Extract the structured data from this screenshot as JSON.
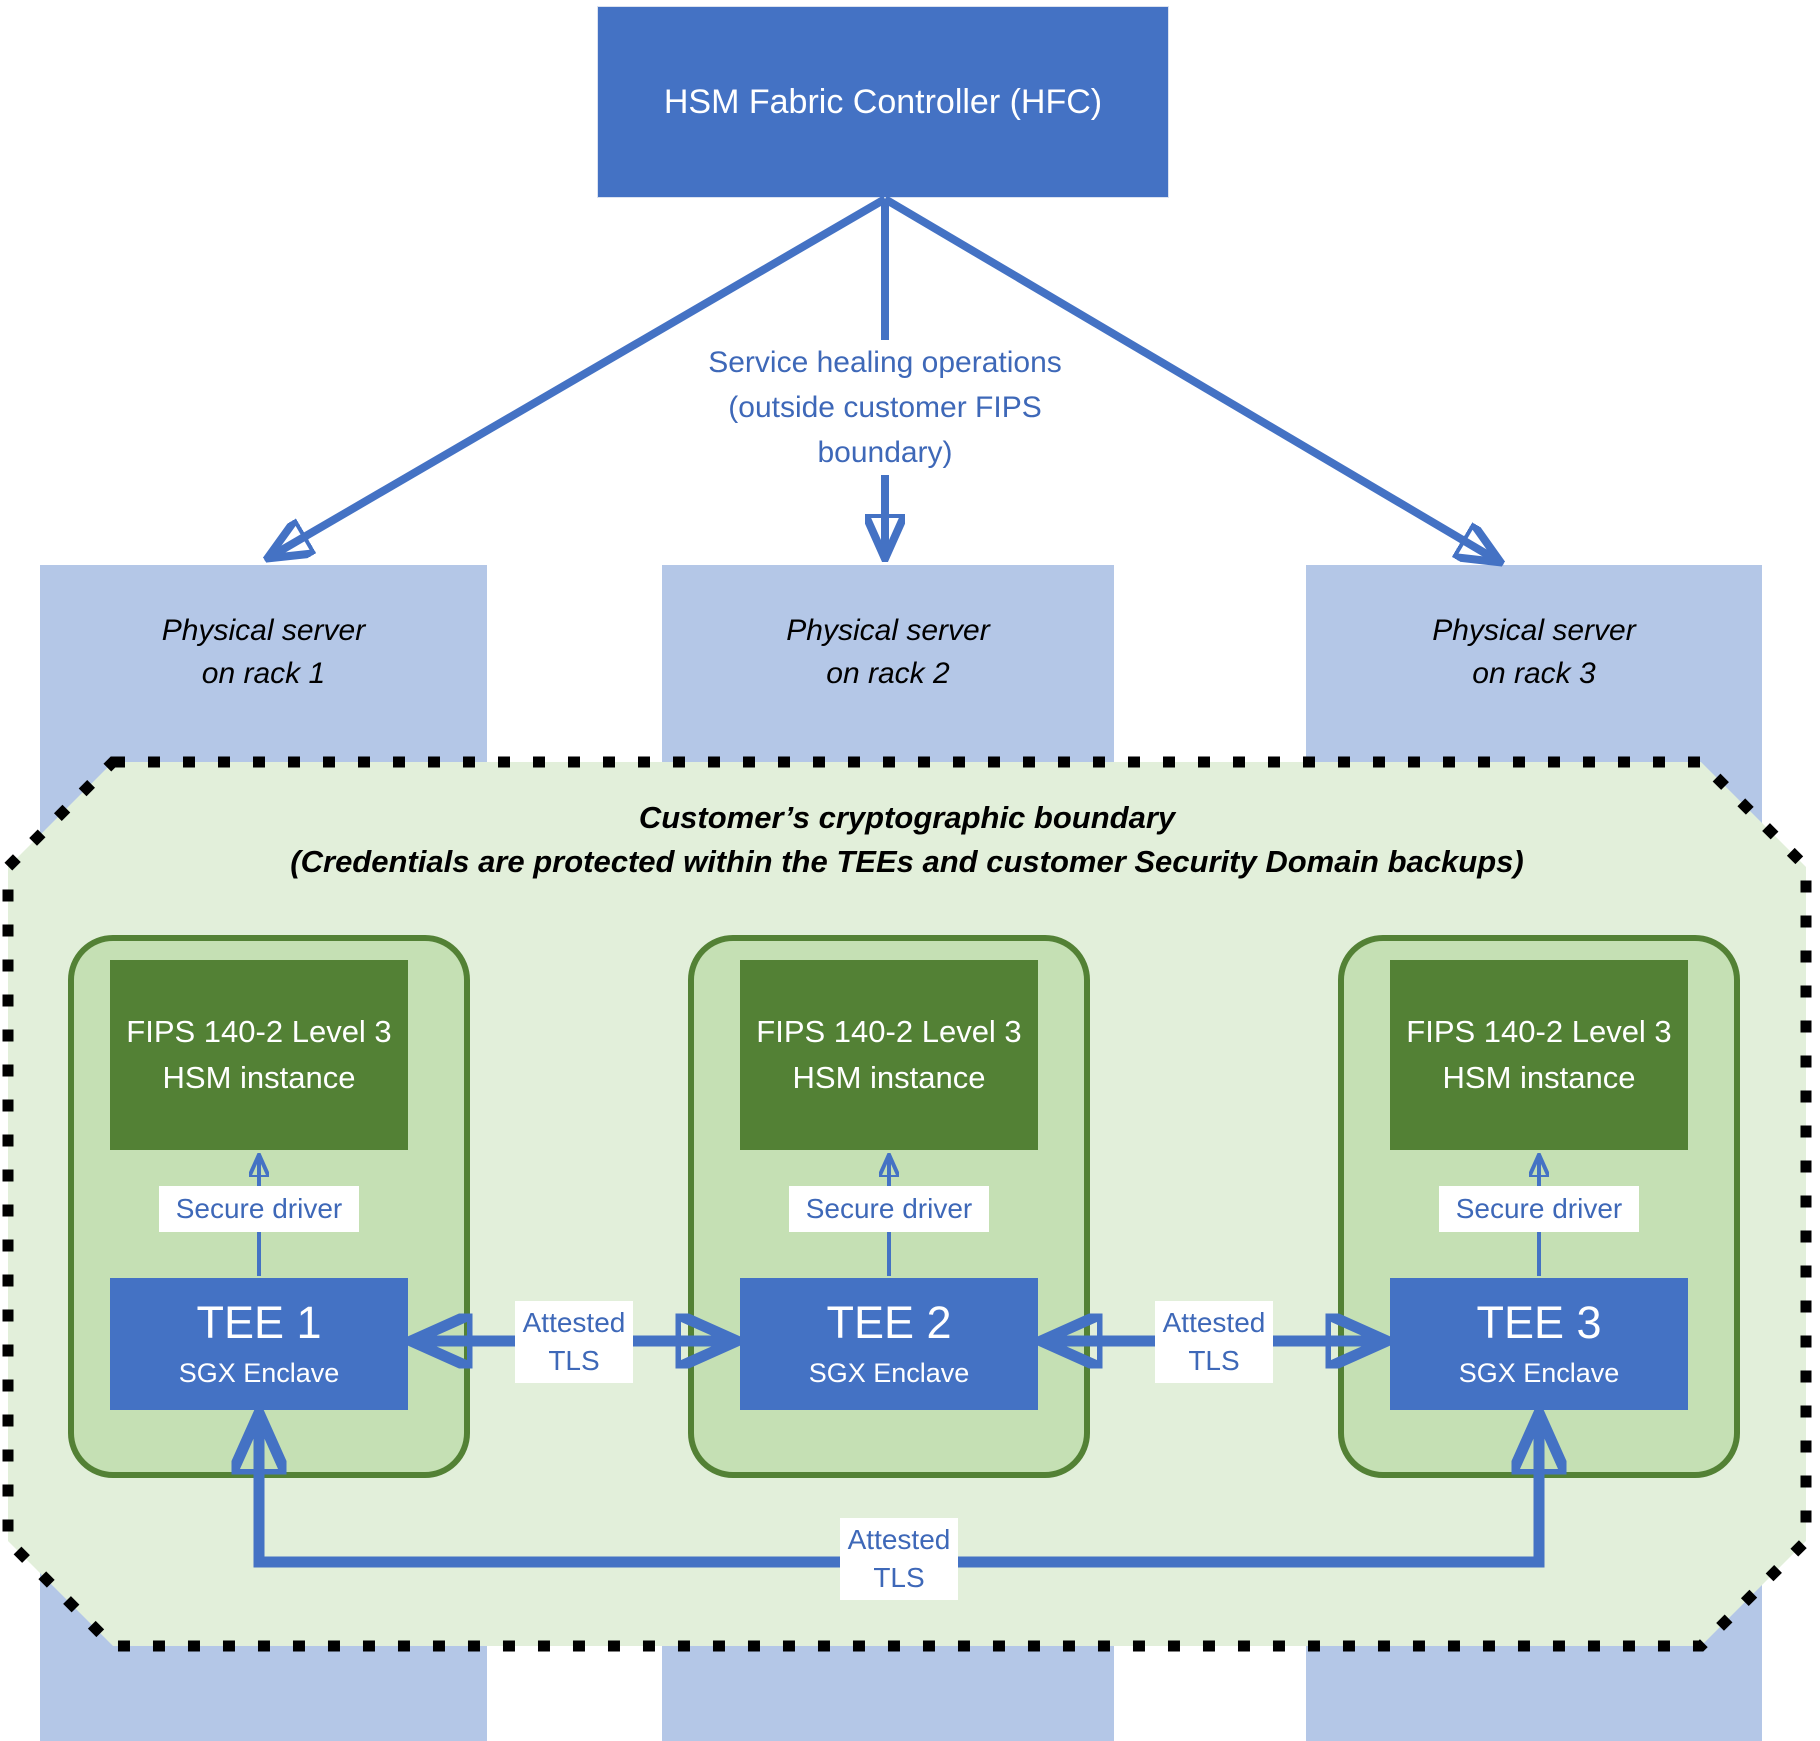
{
  "diagram": {
    "hfc": {
      "label": "HSM Fabric Controller (HFC)"
    },
    "service_healing": {
      "line1": "Service healing operations",
      "line2": "(outside customer FIPS boundary)"
    },
    "servers": [
      {
        "line1": "Physical server",
        "line2": "on rack 1"
      },
      {
        "line1": "Physical server",
        "line2": "on rack 2"
      },
      {
        "line1": "Physical server",
        "line2": "on rack 3"
      }
    ],
    "boundary": {
      "title": "Customer’s cryptographic boundary",
      "subtitle": "(Credentials are protected within the TEEs and customer Security Domain backups)"
    },
    "nodes": [
      {
        "hsm_line1": "FIPS 140-2 Level 3",
        "hsm_line2": "HSM instance",
        "driver_label": "Secure driver",
        "tee_title": "TEE 1",
        "tee_subtitle": "SGX Enclave"
      },
      {
        "hsm_line1": "FIPS 140-2 Level 3",
        "hsm_line2": "HSM instance",
        "driver_label": "Secure driver",
        "tee_title": "TEE 2",
        "tee_subtitle": "SGX Enclave"
      },
      {
        "hsm_line1": "FIPS 140-2 Level 3",
        "hsm_line2": "HSM instance",
        "driver_label": "Secure driver",
        "tee_title": "TEE 3",
        "tee_subtitle": "SGX Enclave"
      }
    ],
    "connections": {
      "tee1_tee2": {
        "line1": "Attested",
        "line2": "TLS"
      },
      "tee2_tee3": {
        "line1": "Attested",
        "line2": "TLS"
      },
      "tee1_tee3": {
        "line1": "Attested",
        "line2": "TLS"
      }
    },
    "colors": {
      "accent_blue": "#4472C4",
      "light_blue": "#B4C7E7",
      "pale_green": "#E2EFDA",
      "mid_green": "#C5E0B4",
      "dark_green": "#538135",
      "label_blue_text": "#3E68B8",
      "boundary_dots": "#000000"
    }
  }
}
